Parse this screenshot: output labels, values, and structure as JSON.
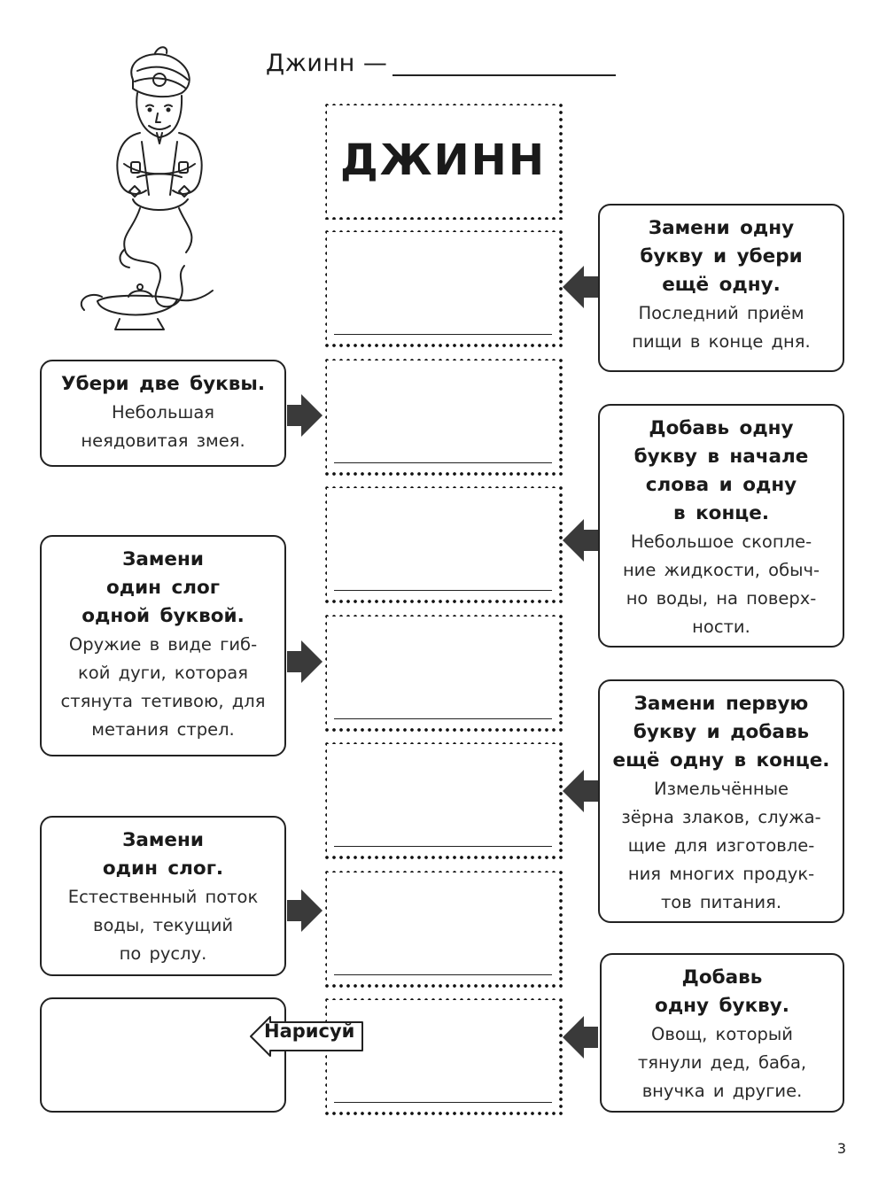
{
  "header": {
    "prompt": "Джинн —"
  },
  "chain": {
    "start_word": "ДЖИНН"
  },
  "clues": [
    {
      "title": "Замени одну\nбукву и убери\nещё одну.",
      "text": "Последний приём\nпищи в конце дня."
    },
    {
      "title": "Убери две буквы.",
      "text": "Небольшая\nнеядовитая змея."
    },
    {
      "title": "Добавь одну\nбукву в начале\nслова и одну\nв конце.",
      "text": "Небольшое скопле-\nние жидкости, обыч-\nно воды, на поверх-\nности."
    },
    {
      "title": "Замени\nодин слог\nодной буквой.",
      "text": "Оружие в виде гиб-\nкой дуги, которая\nстянута тетивою, для\nметания стрел."
    },
    {
      "title": "Замени первую\nбукву и добавь\nещё одну в конце.",
      "text": "Измельчённые\nзёрна злаков, служа-\nщие для изготовле-\nния многих продук-\nтов питания."
    },
    {
      "title": "Замени\nодин слог.",
      "text": "Естественный поток\nводы, текущий\nпо руслу."
    },
    {
      "title": "Добавь\nодну букву.",
      "text": "Овощ, который\nтянули дед, баба,\nвнучка и другие."
    }
  ],
  "draw": {
    "label": "Нарисуй"
  },
  "page_number": "3",
  "colors": {
    "ink": "#1a1a1a",
    "arrow_fill": "#3a3a3a",
    "paper": "#ffffff"
  }
}
